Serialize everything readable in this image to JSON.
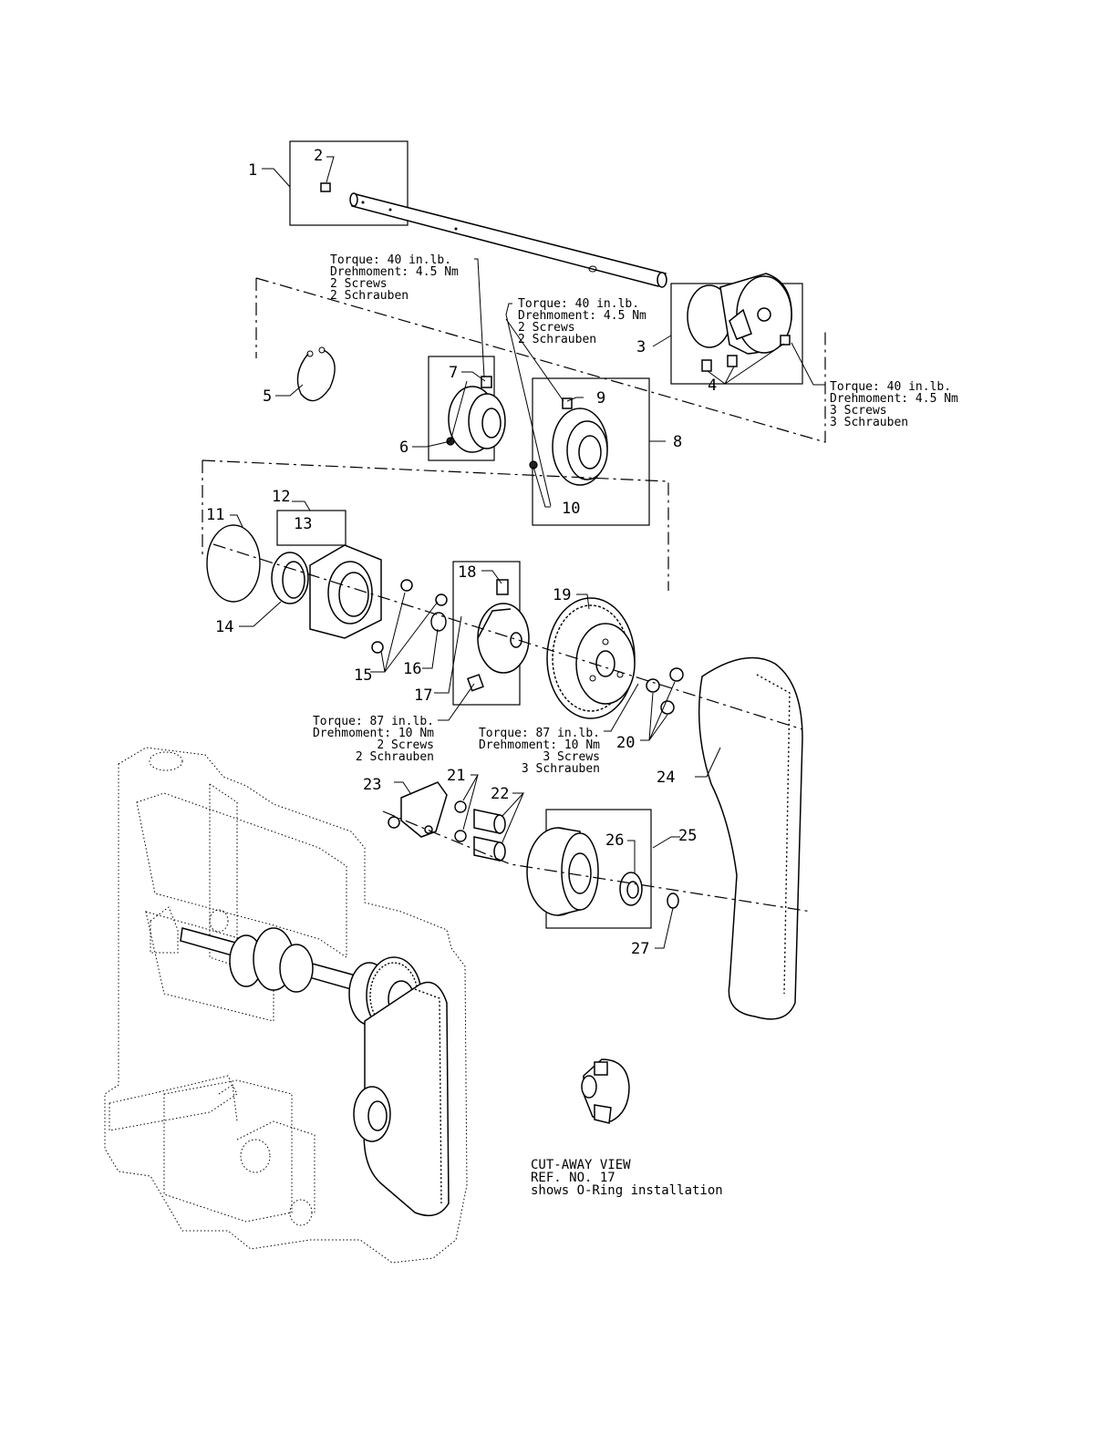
{
  "diagram": {
    "callouts": {
      "c1": "1",
      "c2": "2",
      "c3": "3",
      "c4": "4",
      "c5": "5",
      "c6": "6",
      "c7": "7",
      "c8": "8",
      "c9": "9",
      "c10": "10",
      "c11": "11",
      "c12": "12",
      "c13": "13",
      "c14": "14",
      "c15": "15",
      "c16": "16",
      "c17": "17",
      "c18": "18",
      "c19": "19",
      "c20": "20",
      "c21": "21",
      "c22": "22",
      "c23": "23",
      "c24": "24",
      "c25": "25",
      "c26": "26",
      "c27": "27"
    },
    "torque_notes": {
      "note_a": [
        "Torque: 40 in.lb.",
        "Drehmoment: 4.5 Nm",
        "2 Screws",
        "2 Schrauben"
      ],
      "note_b": [
        "Torque: 40 in.lb.",
        "Drehmoment: 4.5 Nm",
        "2 Screws",
        "2 Schrauben"
      ],
      "note_c": [
        "Torque: 40 in.lb.",
        "Drehmoment: 4.5 Nm",
        "3 Screws",
        "3 Schrauben"
      ],
      "note_d": [
        "Torque: 87 in.lb.",
        "Drehmoment: 10 Nm",
        "2 Screws",
        "2 Schrauben"
      ],
      "note_e": [
        "Torque: 87 in.lb.",
        "Drehmoment: 10 Nm",
        "3 Screws",
        "3 Schrauben"
      ]
    },
    "cutaway_note": [
      "CUT-AWAY VIEW",
      "REF. NO. 17",
      "shows O-Ring installation"
    ]
  }
}
